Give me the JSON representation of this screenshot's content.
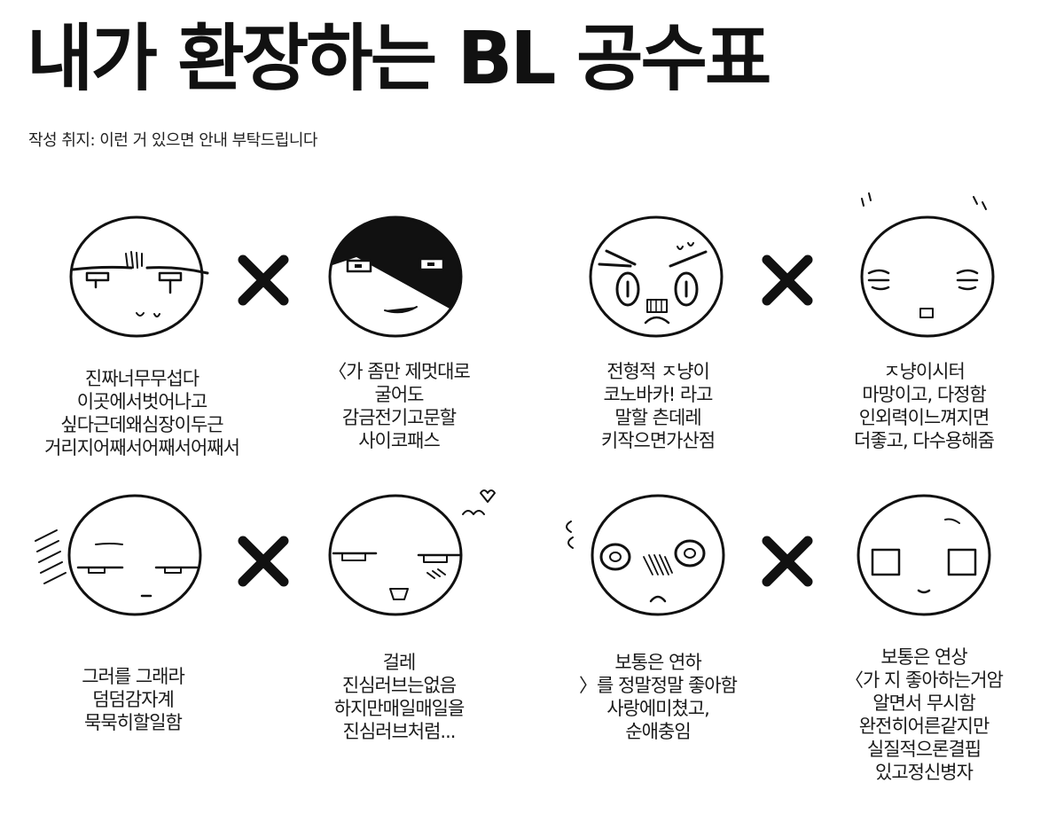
{
  "title": "내가 환장하는 BL 공수표",
  "subtitle": "작성 취지: 이런 거 있으면 안내 부탁드립니다",
  "pairs": [
    {
      "left": {
        "face": "stern-sweating-face",
        "lines": [
          "진짜너무무섭다",
          "이곳에서벗어나고",
          "싶다근데왜심장이두근",
          "거리지어째서어째서어째서"
        ]
      },
      "separator": "X",
      "right": {
        "face": "shadowed-smirk-face",
        "lines": [
          "〈가 좀만 제멋대로",
          "굴어도",
          "감금전기고문할",
          "사이코패스"
        ]
      }
    },
    {
      "left": {
        "face": "angry-shouting-face",
        "lines": [
          "전형적 ㅈ냥이",
          "코노바카! 라고",
          "말할 츤데레",
          "키작으면가산점"
        ]
      },
      "separator": "X",
      "right": {
        "face": "serene-smiling-face",
        "lines": [
          "ㅈ냥이시터",
          "마망이고, 다정함",
          "인외력이느껴지면",
          "더좋고, 다수용해줌"
        ]
      }
    },
    {
      "left": {
        "face": "deadpan-face",
        "lines": [
          "그러를 그래라",
          "덤덤감자계",
          "묵묵히할일함"
        ]
      },
      "separator": "X",
      "right": {
        "face": "flirty-blushing-face",
        "lines": [
          "걸레",
          "진심러브는없음",
          "하지만매일매일을",
          "진심러브처럼..."
        ]
      }
    },
    {
      "left": {
        "face": "teary-blushing-face",
        "lines": [
          "보통은 연하",
          "〉를 정말정말 좋아함",
          "사랑에미쳤고,",
          "순애충임"
        ]
      },
      "separator": "X",
      "right": {
        "face": "calm-blank-face",
        "lines": [
          "보통은 연상",
          "〈가 지 좋아하는거암",
          "알면서 무시함",
          "완전히어른같지만",
          "실질적으론결핍",
          "있고정신병자"
        ]
      }
    }
  ]
}
